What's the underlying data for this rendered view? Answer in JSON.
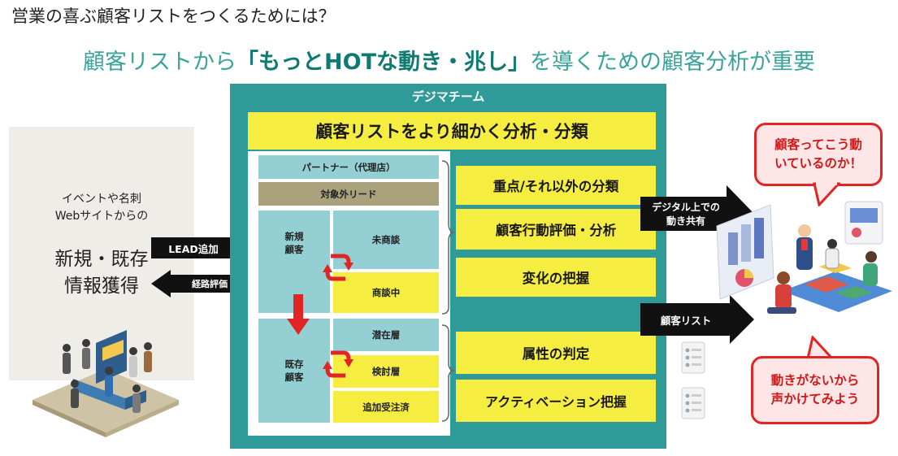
{
  "header": {
    "title": "営業の喜ぶ顧客リストをつくるためには？",
    "subtitle_pre": "顧客リストから",
    "subtitle_emph": "「もっとHOTな動き・兆し」",
    "subtitle_post": "を導くための顧客分析が重要"
  },
  "left": {
    "line1": "イベントや名刺",
    "line2": "Webサイトからの",
    "big1": "新規・既存",
    "big2": "情報獲得"
  },
  "arrows": {
    "lead": "LEAD追加",
    "route": "経路評価",
    "digital1": "デジタル上での",
    "digital2": "動き共有",
    "customer_list": "顧客リスト"
  },
  "team": {
    "title": "デジマチーム",
    "header": "顧客リストをより細かく分析・分類",
    "partner": "パートナー（代理店）",
    "excluded": "対象外リード",
    "new_label1": "新規",
    "new_label2": "顧客",
    "existing_label1": "既存",
    "existing_label2": "顧客",
    "unnegotiated": "未商談",
    "negotiating": "商談中",
    "latent": "潜在層",
    "considering": "検討層",
    "additional": "追加受注済"
  },
  "analysis": [
    "重点/それ以外の分類",
    "顧客行動評価・分析",
    "変化の把握",
    "属性の判定",
    "アクティベーション把握"
  ],
  "bubbles": {
    "top1": "顧客ってこう動",
    "top2": "いているのか！",
    "bottom1": "動きがないから",
    "bottom2": "声かけてみよう"
  },
  "colors": {
    "teal": "#2f9b99",
    "yellow": "#f5ed3f",
    "light_teal": "#94cfd4",
    "red": "#e02525"
  }
}
